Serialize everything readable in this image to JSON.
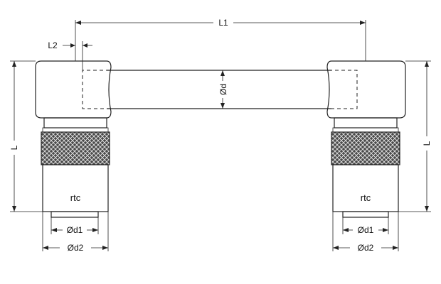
{
  "drawing": {
    "dimension_labels": {
      "L1": "L1",
      "L2": "L2",
      "L_left": "L",
      "L_right": "L",
      "d": "Ød",
      "d1_left": "Ød1",
      "d2_left": "Ød2",
      "d1_right": "Ød1",
      "d2_right": "Ød2"
    },
    "brand_left": "rtc",
    "brand_right": "rtc"
  }
}
